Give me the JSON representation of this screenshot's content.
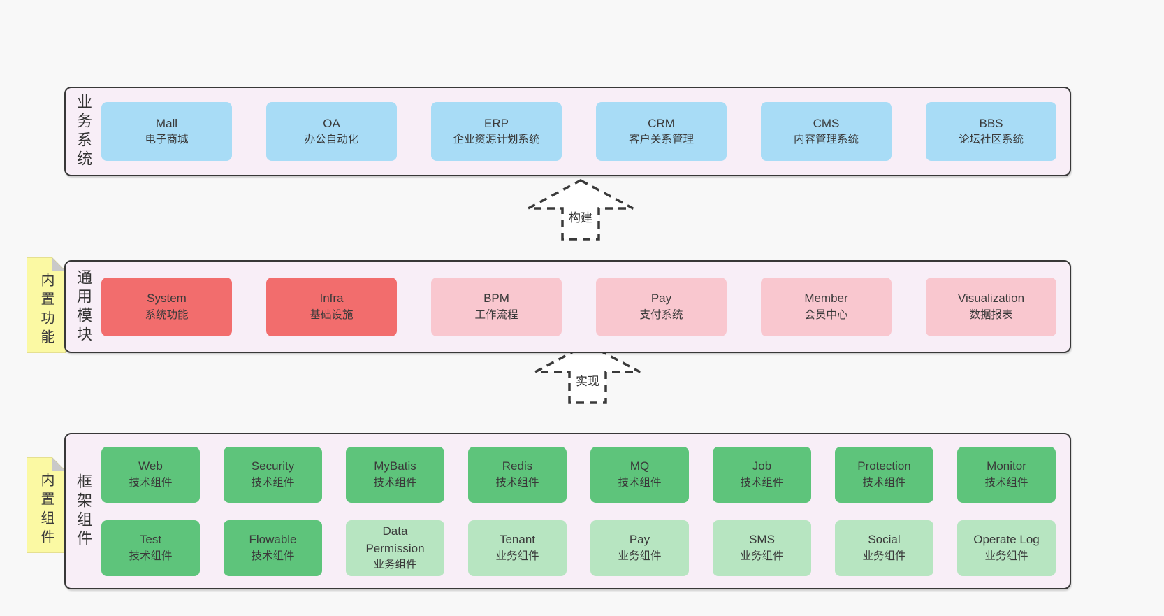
{
  "diagram": {
    "background": "#f8f8f8",
    "colors": {
      "container_fill": "#f8eef7",
      "container_border": "#383838",
      "business_system": "#a8dcf6",
      "core_module": "#f26d6d",
      "general_module": "#f9c7cf",
      "tech_component": "#5ec47b",
      "biz_component": "#b7e5c1",
      "sticky_note": "#fbf9a3",
      "note_fold": "#c9c9c9"
    },
    "sections": {
      "business": {
        "label": "业务系统",
        "boxes": [
          {
            "title": "Mall",
            "subtitle": "电子商城",
            "variant": "business-system"
          },
          {
            "title": "OA",
            "subtitle": "办公自动化",
            "variant": "business-system"
          },
          {
            "title": "ERP",
            "subtitle": "企业资源计划系统",
            "variant": "business-system"
          },
          {
            "title": "CRM",
            "subtitle": "客户关系管理",
            "variant": "business-system"
          },
          {
            "title": "CMS",
            "subtitle": "内容管理系统",
            "variant": "business-system"
          },
          {
            "title": "BBS",
            "subtitle": "论坛社区系统",
            "variant": "business-system"
          }
        ]
      },
      "common": {
        "label": "通用模块",
        "note": "内置功能",
        "boxes": [
          {
            "title": "System",
            "subtitle": "系统功能",
            "variant": "core-module"
          },
          {
            "title": "Infra",
            "subtitle": "基础设施",
            "variant": "core-module"
          },
          {
            "title": "BPM",
            "subtitle": "工作流程",
            "variant": "general-module"
          },
          {
            "title": "Pay",
            "subtitle": "支付系统",
            "variant": "general-module"
          },
          {
            "title": "Member",
            "subtitle": "会员中心",
            "variant": "general-module"
          },
          {
            "title": "Visualization",
            "subtitle": "数据报表",
            "variant": "general-module"
          }
        ]
      },
      "framework": {
        "label": "框架组件",
        "note": "内置组件",
        "row1": [
          {
            "title": "Web",
            "subtitle": "技术组件",
            "variant": "tech-component"
          },
          {
            "title": "Security",
            "subtitle": "技术组件",
            "variant": "tech-component"
          },
          {
            "title": "MyBatis",
            "subtitle": "技术组件",
            "variant": "tech-component"
          },
          {
            "title": "Redis",
            "subtitle": "技术组件",
            "variant": "tech-component"
          },
          {
            "title": "MQ",
            "subtitle": "技术组件",
            "variant": "tech-component"
          },
          {
            "title": "Job",
            "subtitle": "技术组件",
            "variant": "tech-component"
          },
          {
            "title": "Protection",
            "subtitle": "技术组件",
            "variant": "tech-component"
          },
          {
            "title": "Monitor",
            "subtitle": "技术组件",
            "variant": "tech-component"
          }
        ],
        "row2": [
          {
            "title": "Test",
            "subtitle": "技术组件",
            "variant": "tech-component"
          },
          {
            "title": "Flowable",
            "subtitle": "技术组件",
            "variant": "tech-component"
          },
          {
            "title": "Data Permission",
            "subtitle": "业务组件",
            "variant": "biz-component"
          },
          {
            "title": "Tenant",
            "subtitle": "业务组件",
            "variant": "biz-component"
          },
          {
            "title": "Pay",
            "subtitle": "业务组件",
            "variant": "biz-component"
          },
          {
            "title": "SMS",
            "subtitle": "业务组件",
            "variant": "biz-component"
          },
          {
            "title": "Social",
            "subtitle": "业务组件",
            "variant": "biz-component"
          },
          {
            "title": "Operate Log",
            "subtitle": "业务组件",
            "variant": "biz-component"
          }
        ]
      }
    },
    "arrows": {
      "build": {
        "label": "构建"
      },
      "implement": {
        "label": "实现"
      }
    }
  }
}
